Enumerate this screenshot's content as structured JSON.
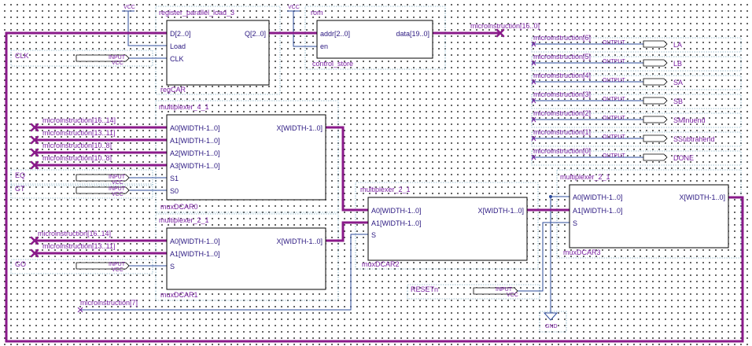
{
  "colors": {
    "wire": "#2b4b9b",
    "bus": "#8a1a8a",
    "text": "#7a1fa2",
    "port_text": "#2a1780",
    "x_marker": "#8a1a8a"
  },
  "blocks": {
    "regCAR": {
      "type": "register_parallel_load_3",
      "instance": "regCAR",
      "ports_in": [
        "D[2..0]",
        "Load",
        "CLK"
      ],
      "ports_out": [
        "Q[2..0]"
      ]
    },
    "rom": {
      "type": "rom",
      "instance": "control_store",
      "ports_in": [
        "addr[2..0]",
        "en"
      ],
      "ports_out": [
        "data[19..0]"
      ]
    },
    "mux4": {
      "type": "multiplexer_4_1",
      "instance": "muxDCAR0",
      "ports_in": [
        "A0[WIDTH-1..0]",
        "A1[WIDTH-1..0]",
        "A2[WIDTH-1..0]",
        "A3[WIDTH-1..0]",
        "S1",
        "S0"
      ],
      "ports_out": [
        "X[WIDTH-1..0]"
      ]
    },
    "mux1": {
      "type": "multiplexer_2_1",
      "instance": "muxDCAR1",
      "ports_in": [
        "A0[WIDTH-1..0]",
        "A1[WIDTH-1..0]",
        "S"
      ],
      "ports_out": [
        "X[WIDTH-1..0]"
      ]
    },
    "mux2": {
      "type": "multiplexer_2_1",
      "instance": "muxDCAR2",
      "ports_in": [
        "A0[WIDTH-1..0]",
        "A1[WIDTH-1..0]",
        "S"
      ],
      "ports_out": [
        "X[WIDTH-1..0]"
      ]
    },
    "mux3": {
      "type": "multiplexer_2_1",
      "instance": "muxDCAR3",
      "ports_in": [
        "A0[WIDTH-1..0]",
        "A1[WIDTH-1..0]",
        "S"
      ],
      "ports_out": [
        "X[WIDTH-1..0]"
      ]
    }
  },
  "input_pins": [
    {
      "name": "CLK",
      "kind": "INPUT",
      "default": "VCC"
    },
    {
      "name": "EQ",
      "kind": "INPUT",
      "default": "VCC"
    },
    {
      "name": "GT",
      "kind": "INPUT",
      "default": "VCC"
    },
    {
      "name": "GO",
      "kind": "INPUT",
      "default": "VCC"
    },
    {
      "name": "RESETn",
      "kind": "INPUT",
      "default": "VCC"
    }
  ],
  "output_pins": [
    {
      "name": "LA",
      "kind": "OUTPUT",
      "source": "microinstruction[6]"
    },
    {
      "name": "LB",
      "kind": "OUTPUT",
      "source": "microinstruction[5]"
    },
    {
      "name": "SA",
      "kind": "OUTPUT",
      "source": "microinstruction[4]"
    },
    {
      "name": "SB",
      "kind": "OUTPUT",
      "source": "microinstruction[3]"
    },
    {
      "name": "SMinuend",
      "kind": "OUTPUT",
      "source": "microinstruction[2]"
    },
    {
      "name": "SSubtrahend",
      "kind": "OUTPUT",
      "source": "microinstruction[1]"
    },
    {
      "name": "DONE",
      "kind": "OUTPUT",
      "source": "microinstruction[0]"
    }
  ],
  "net_labels": {
    "rom_data": "microinstruction[16..0]",
    "mux4_a0": "microinstruction[16..14]",
    "mux4_a1": "microinstruction[13..11]",
    "mux4_a2": "microinstruction[10..8]",
    "mux4_a3": "microinstruction[10..8]",
    "mux1_a0": "microinstruction[16..14]",
    "mux1_a1": "microinstruction[13..11]",
    "mux2_sel": "microinstruction[7]"
  },
  "power": {
    "vcc": "VCC",
    "gnd": "GND"
  }
}
